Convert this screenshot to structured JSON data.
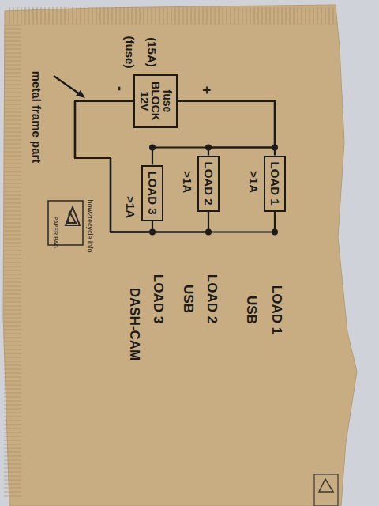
{
  "diagram": {
    "nodes": [
      {
        "text": [
          "fuse BLOCK 12V"
        ]
      },
      {
        "text": [
          "LOAD 1"
        ]
      },
      {
        "text": [
          "LOAD 2"
        ]
      },
      {
        "text": [
          "LOAD 3"
        ]
      }
    ],
    "edges": [
      {
        "from": 0,
        "to": 1,
        "arrow": "none"
      },
      {
        "from": 0,
        "to": 2,
        "arrow": "none"
      },
      {
        "from": 0,
        "to": 3,
        "arrow": "none"
      },
      {
        "from": 1,
        "to": 0,
        "arrow": "none"
      },
      {
        "from": 2,
        "to": 0,
        "arrow": "none"
      },
      {
        "from": 3,
        "to": 0,
        "arrow": "none"
      }
    ],
    "labels": [
      "(15A)",
      "(fuse)",
      "+",
      "-",
      "metal frame part",
      ">1A",
      ">1A",
      ">1A",
      "LOAD 1",
      "USB",
      "LOAD 2",
      "USB",
      "LOAD 3",
      "DASH-CAM",
      "PAPER BAG",
      "how2recycle.info"
    ]
  }
}
